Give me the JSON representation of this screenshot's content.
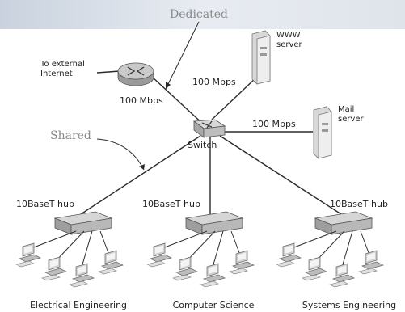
{
  "annotations": {
    "dedicated": "Dedicated",
    "shared": "Shared"
  },
  "router": {
    "label": "To external\nInternet",
    "icon": "router-icon"
  },
  "switch": {
    "label": "Switch",
    "icon": "switch-icon"
  },
  "servers": {
    "www": {
      "label": "WWW\nserver",
      "icon": "server-icon"
    },
    "mail": {
      "label": "Mail\nserver",
      "icon": "server-icon"
    }
  },
  "links": {
    "router_switch": "100 Mbps",
    "www_switch": "100 Mbps",
    "mail_switch": "100 Mbps"
  },
  "hubs": [
    {
      "label": "10BaseT hub",
      "department": "Electrical Engineering"
    },
    {
      "label": "10BaseT hub",
      "department": "Computer Science"
    },
    {
      "label": "10BaseT hub",
      "department": "Systems Engineering"
    }
  ],
  "colors": {
    "device": "#c9c9c9",
    "device_dark": "#9a9a9a",
    "line": "#2b2b2b",
    "annotation": "#8a8a8a"
  }
}
